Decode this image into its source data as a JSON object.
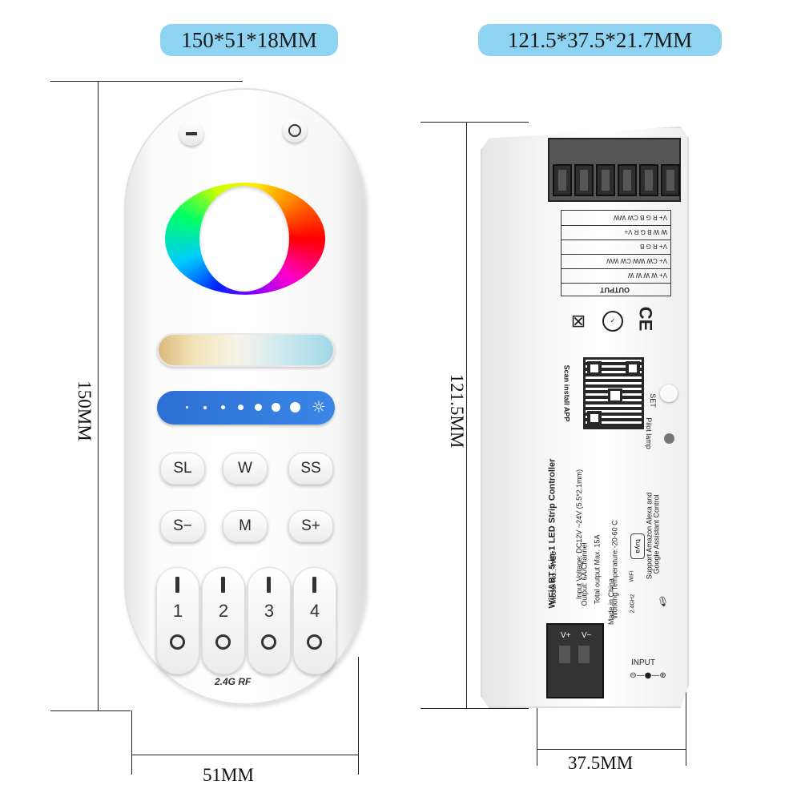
{
  "titles": {
    "remote_dims": "150*51*18MM",
    "controller_dims": "121.5*37.5*21.7MM"
  },
  "dimensions": {
    "remote_height": "150MM",
    "remote_width": "51MM",
    "controller_height": "121.5MM",
    "controller_width": "37.5MM"
  },
  "remote": {
    "buttons": {
      "sl": "SL",
      "w": "W",
      "ss": "SS",
      "s_minus": "S−",
      "m": "M",
      "s_plus": "S+"
    },
    "zones": [
      "1",
      "2",
      "3",
      "4"
    ],
    "rf_label": "2.4G RF"
  },
  "controller": {
    "output_label": "OUTPUT",
    "table_rows": [
      "V+  R  G  B  CW  WW",
      "W  W  B  G  R  V+",
      "V+  R  G  B",
      "V+  CW  WW  CW  WW",
      "V+  W  W  W  W"
    ],
    "scan_label": "Scan install APP",
    "set_label": "SET",
    "pilot_label": "Pilot lamp",
    "title": "WiFi&BT 5-in-1 LED Strip Controller",
    "model": "Model No.: WB5",
    "input_voltage": "Input Voltage: DC12V ~24V (5.5*2.1mm)",
    "output": "Output: 6A/Channel",
    "total_output": "Total output Max. 15A",
    "working_temp": "Working Temperature:-20-60 C",
    "made_in": "Made in China",
    "support_1": "Support Amazon Alexa and",
    "support_2": "Google Assistant Control",
    "ce": "CE",
    "tuya": "tuya",
    "wifi": "WiFi",
    "ghz": "2.4GHz",
    "input_label": "INPUT",
    "v_plus": "V+",
    "v_minus": "V−"
  }
}
